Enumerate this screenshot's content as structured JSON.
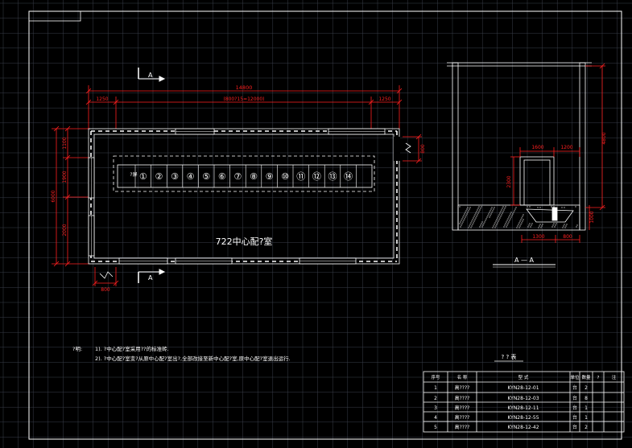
{
  "colors": {
    "background": "#000000",
    "grid": "#3a3f4a",
    "frame": "#ffffff",
    "dimension": "#ff2020",
    "wall": "#ffffff",
    "text": "#ffffff",
    "window": "#9fd0ff"
  },
  "section_marks": {
    "top": "A",
    "bottom": "A"
  },
  "plan": {
    "dims_top": {
      "overall": "14800",
      "left": "1250",
      "middle": "(800?15=12000)",
      "right": "1250"
    },
    "dims_left": {
      "total": "6000",
      "seg1": "1100",
      "seg2": "1900",
      "seg3": "2000"
    },
    "dim_right": "800",
    "dim_bottom": "800",
    "cabinet_first_label": "?屏",
    "cabinets": [
      "①",
      "②",
      "③",
      "④",
      "⑤",
      "⑥",
      "⑦",
      "⑧",
      "⑨",
      "⑩",
      "⑪",
      "⑫",
      "⑬",
      "⑭"
    ],
    "room_label": "722中心配?室"
  },
  "section": {
    "title": "A — A",
    "dim_height": "4800",
    "dim_top_a": "1600",
    "dim_top_b": "1200",
    "dim_cab": "2300",
    "dim_bottom_a": "1300",
    "dim_bottom_b": "800",
    "dim_floor": "1000"
  },
  "notes": {
    "prefix": "?明:",
    "line1": "1). ?中心配?室采用??的标准砖.",
    "line2": "2). ?中心配?室变?从原中心配?室出?,全部改接至新中心配?室,原中心配?室退出运行."
  },
  "table": {
    "title": "? ? 表",
    "headers": [
      "序号",
      "名    称",
      "型    式",
      "单位",
      "数量",
      "?",
      "注"
    ],
    "rows": [
      [
        "1",
        "高????",
        "KYN28-12-01",
        "台",
        "2",
        "",
        ""
      ],
      [
        "2",
        "高????",
        "KYN28-12-03",
        "台",
        "8",
        "",
        ""
      ],
      [
        "3",
        "高????",
        "KYN28-12-11",
        "台",
        "1",
        "",
        ""
      ],
      [
        "4",
        "高????",
        "KYN28-12-55",
        "台",
        "1",
        "",
        ""
      ],
      [
        "5",
        "高????",
        "KYN28-12-42",
        "台",
        "2",
        "",
        ""
      ]
    ]
  }
}
